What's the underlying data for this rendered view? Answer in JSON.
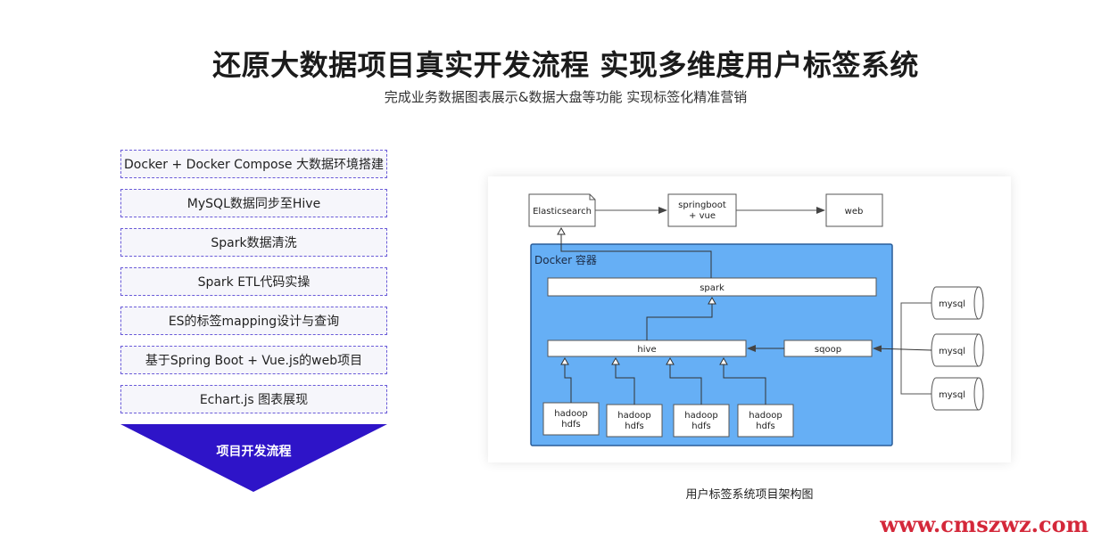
{
  "header": {
    "title": "还原大数据项目真实开发流程 实现多维度用户标签系统",
    "subtitle": "完成业务数据图表展示&数据大盘等功能 实现标签化精准营销"
  },
  "steps": [
    "Docker + Docker Compose 大数据环境搭建",
    "MySQL数据同步至Hive",
    "Spark数据清洗",
    "Spark ETL代码实操",
    "ES的标签mapping设计与查询",
    "基于Spring Boot + Vue.js的web项目",
    "Echart.js 图表展现"
  ],
  "funnel": {
    "label": "项目开发流程",
    "color": "#2e14c8"
  },
  "diagram": {
    "container_label": "Docker 容器",
    "container_color": "#66aff5",
    "elasticsearch": "Elasticsearch",
    "springboot": [
      "springboot",
      "+ vue"
    ],
    "web": "web",
    "spark": "spark",
    "hive": "hive",
    "sqoop": "sqoop",
    "hadoop": [
      [
        "hadoop",
        "hdfs"
      ],
      [
        "hadoop",
        "hdfs"
      ],
      [
        "hadoop",
        "hdfs"
      ],
      [
        "hadoop",
        "hdfs"
      ]
    ],
    "mysql": [
      "mysql",
      "mysql",
      "mysql"
    ]
  },
  "caption": "用户标签系统项目架构图",
  "watermark": "www.cmszwz.com"
}
